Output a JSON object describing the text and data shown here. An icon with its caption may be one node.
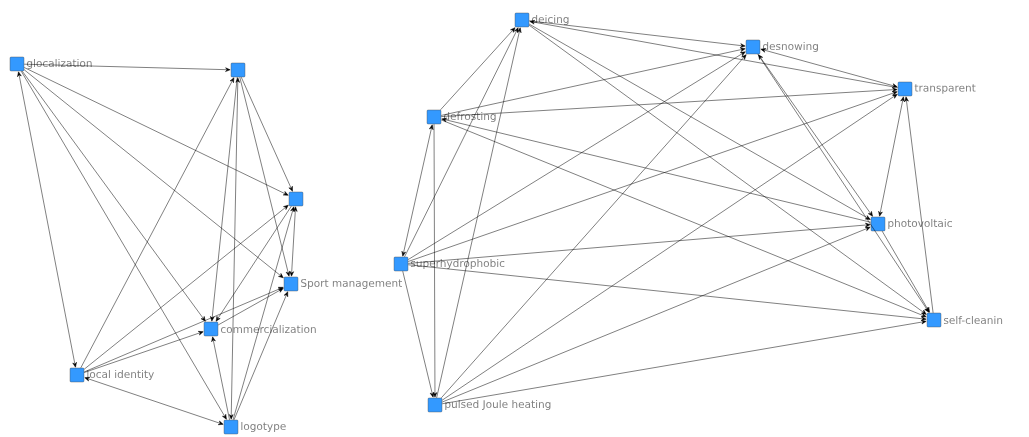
{
  "diagram": {
    "nodes": [
      {
        "text": [
          "glocalization"
        ]
      },
      {
        "text": [],
        "shape": "box"
      },
      {
        "text": [],
        "shape": "box"
      },
      {
        "text": [
          "Sport management"
        ]
      },
      {
        "text": [
          "commercialization"
        ]
      },
      {
        "text": [
          "local identity"
        ]
      },
      {
        "text": [
          "logotype"
        ]
      },
      {
        "text": [
          "deicing"
        ]
      },
      {
        "text": [
          "desnowing"
        ]
      },
      {
        "text": [
          "defrosting"
        ]
      },
      {
        "text": [
          "transparent"
        ]
      },
      {
        "text": [
          "photovoltaic"
        ]
      },
      {
        "text": [
          "superhydrophobic"
        ]
      },
      {
        "text": [
          "self-cleanin"
        ]
      },
      {
        "text": [
          "pulsed Joule heating"
        ]
      }
    ],
    "edges": [
      {
        "from": 0,
        "to": 1,
        "arrow": "to"
      },
      {
        "from": 0,
        "to": 2,
        "arrow": "to"
      },
      {
        "from": 0,
        "to": 3,
        "arrow": "to"
      },
      {
        "from": 0,
        "to": 4,
        "arrow": "to"
      },
      {
        "from": 0,
        "to": 5,
        "arrow": "both"
      },
      {
        "from": 0,
        "to": 6,
        "arrow": "to"
      },
      {
        "from": 1,
        "to": 2,
        "arrow": "to"
      },
      {
        "from": 1,
        "to": 3,
        "arrow": "to"
      },
      {
        "from": 1,
        "to": 4,
        "arrow": "to"
      },
      {
        "from": 6,
        "to": 1,
        "arrow": "both"
      },
      {
        "from": 5,
        "to": 1,
        "arrow": "to"
      },
      {
        "from": 2,
        "to": 3,
        "arrow": "both"
      },
      {
        "from": 2,
        "to": 4,
        "arrow": "to"
      },
      {
        "from": 5,
        "to": 2,
        "arrow": "to"
      },
      {
        "from": 6,
        "to": 2,
        "arrow": "to"
      },
      {
        "from": 4,
        "to": 3,
        "arrow": "to"
      },
      {
        "from": 5,
        "to": 3,
        "arrow": "to"
      },
      {
        "from": 6,
        "to": 3,
        "arrow": "to"
      },
      {
        "from": 6,
        "to": 4,
        "arrow": "to"
      },
      {
        "from": 5,
        "to": 4,
        "arrow": "to"
      },
      {
        "from": 5,
        "to": 6,
        "arrow": "both"
      },
      {
        "from": 9,
        "to": 7,
        "arrow": "to"
      },
      {
        "from": 12,
        "to": 7,
        "arrow": "to"
      },
      {
        "from": 14,
        "to": 7,
        "arrow": "to"
      },
      {
        "from": 10,
        "to": 7,
        "arrow": "to"
      },
      {
        "from": 7,
        "to": 8,
        "arrow": "to"
      },
      {
        "from": 7,
        "to": 11,
        "arrow": "to"
      },
      {
        "from": 7,
        "to": 13,
        "arrow": "to"
      },
      {
        "from": 9,
        "to": 8,
        "arrow": "to"
      },
      {
        "from": 12,
        "to": 8,
        "arrow": "to"
      },
      {
        "from": 14,
        "to": 8,
        "arrow": "to"
      },
      {
        "from": 8,
        "to": 10,
        "arrow": "both"
      },
      {
        "from": 8,
        "to": 11,
        "arrow": "both"
      },
      {
        "from": 8,
        "to": 13,
        "arrow": "to"
      },
      {
        "from": 9,
        "to": 10,
        "arrow": "to"
      },
      {
        "from": 12,
        "to": 10,
        "arrow": "to"
      },
      {
        "from": 14,
        "to": 10,
        "arrow": "to"
      },
      {
        "from": 10,
        "to": 11,
        "arrow": "both"
      },
      {
        "from": 13,
        "to": 10,
        "arrow": "to"
      },
      {
        "from": 11,
        "to": 9,
        "arrow": "to"
      },
      {
        "from": 12,
        "to": 11,
        "arrow": "to"
      },
      {
        "from": 14,
        "to": 11,
        "arrow": "to"
      },
      {
        "from": 11,
        "to": 13,
        "arrow": "to"
      },
      {
        "from": 12,
        "to": 13,
        "arrow": "to"
      },
      {
        "from": 14,
        "to": 13,
        "arrow": "to"
      },
      {
        "from": 9,
        "to": 13,
        "arrow": "to"
      },
      {
        "from": 12,
        "to": 9,
        "arrow": "both"
      },
      {
        "from": 9,
        "to": 14,
        "arrow": "to"
      },
      {
        "from": 12,
        "to": 14,
        "arrow": "to"
      }
    ]
  }
}
